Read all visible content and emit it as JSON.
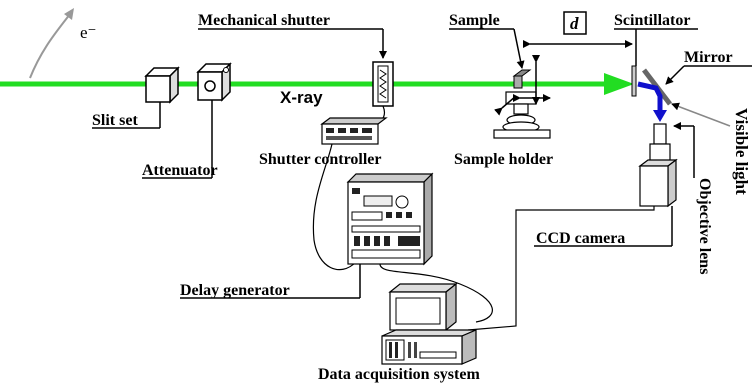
{
  "labels": {
    "electron": "e⁻",
    "mechanical_shutter": "Mechanical shutter",
    "sample": "Sample",
    "distance": "d",
    "scintillator": "Scintillator",
    "mirror": "Mirror",
    "xray": "X-ray",
    "slit_set": "Slit set",
    "attenuator": "Attenuator",
    "shutter_controller": "Shutter controller",
    "sample_holder": "Sample holder",
    "visible_light": "Visible light",
    "objective_lens": "Objective lens",
    "delay_generator": "Delay generator",
    "ccd_camera": "CCD camera",
    "data_acquisition_system": "Data acquisition system"
  },
  "colors": {
    "xray_beam": "#22dd22",
    "visible_light": "#1010cc",
    "line": "#000000",
    "device_fill": "#ffffff",
    "device_dark": "#222222",
    "device_gray": "#bbbbbb"
  }
}
